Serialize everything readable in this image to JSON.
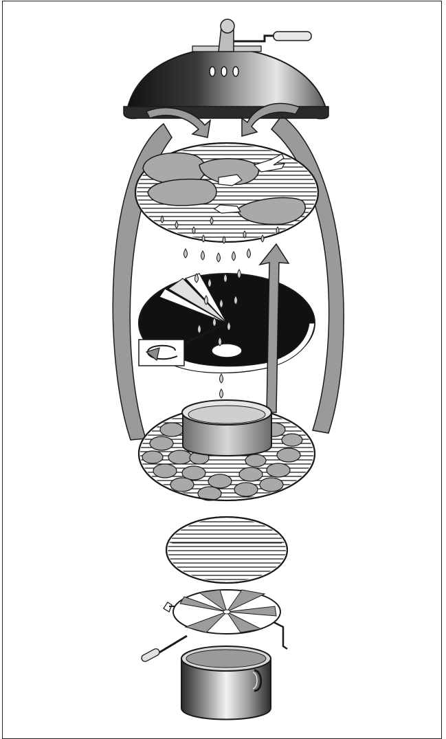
{
  "diagram": {
    "description_layers": [
      "lid",
      "food-grill",
      "deflector-disc",
      "drip-pan",
      "charcoal-grill",
      "ash-grate",
      "air-damper",
      "base-bowl"
    ],
    "icons": {
      "rotate": "rotate-arrow-icon",
      "airflow": "airflow-arrow-icon",
      "drip": "fat-drop-icon"
    },
    "colors": {
      "ink": "#1a1a1a",
      "arrow_gray": "#9a9a9a",
      "light_gray": "#d6d6d6",
      "food": "#a9a9a9",
      "lid_dark": "#2b2b2b"
    }
  }
}
